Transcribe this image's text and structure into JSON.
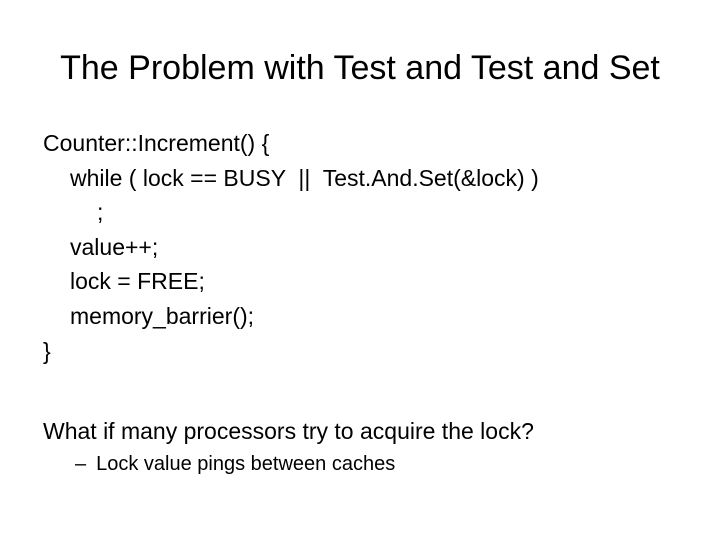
{
  "slide": {
    "title": "The Problem with Test and Test and Set",
    "code": [
      "Counter::Increment() {",
      "while ( lock == BUSY  ||  Test.And.Set(&lock) )",
      ";",
      "value++;",
      "lock = FREE;",
      "memory_barrier();",
      "}"
    ],
    "question": "What if many processors try to acquire the lock?",
    "bullet": {
      "marker": "–",
      "text": "Lock value pings between caches"
    }
  }
}
